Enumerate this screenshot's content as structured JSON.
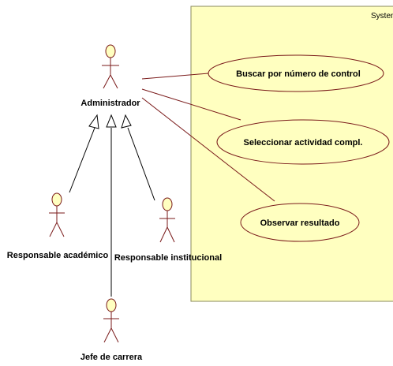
{
  "system": {
    "label": "System",
    "fill": "#ffffc0",
    "border": "#8a8a5c"
  },
  "actors": {
    "administrador": "Administrador",
    "responsable_academico": "Responsable académico",
    "responsable_institucional": "Responsable institucional",
    "jefe_de_carrera": "Jefe de carrera"
  },
  "use_cases": {
    "buscar": "Buscar por número de control",
    "seleccionar": "Seleccionar actividad compl.",
    "observar": "Observar resultado"
  },
  "colors": {
    "actor_fill": "#ffffc0",
    "actor_stroke": "#7a1a1a",
    "ellipse_fill": "#ffffc0",
    "ellipse_stroke": "#7a1a1a",
    "association": "#7a1a1a",
    "generalization": "#000000"
  }
}
